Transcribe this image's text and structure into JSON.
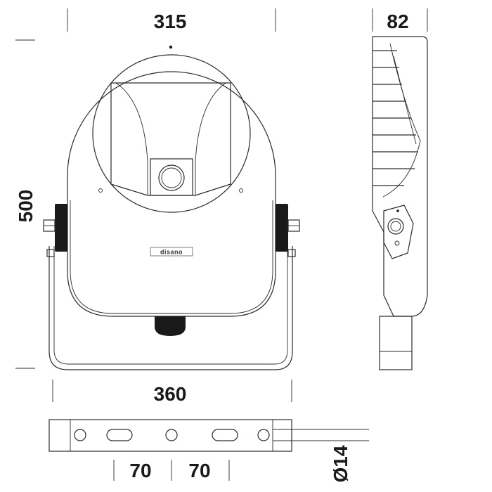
{
  "brand": {
    "logo_text": "disano"
  },
  "dimensions": {
    "front_width": "315",
    "side_depth": "82",
    "total_height": "500",
    "bracket_width": "360",
    "hole_spacing_left": "70",
    "hole_spacing_right": "70",
    "hole_diameter": "Ø14"
  },
  "colors": {
    "line": "#2b2b2b",
    "fill_dark": "#1a1a1a",
    "background": "#ffffff"
  }
}
